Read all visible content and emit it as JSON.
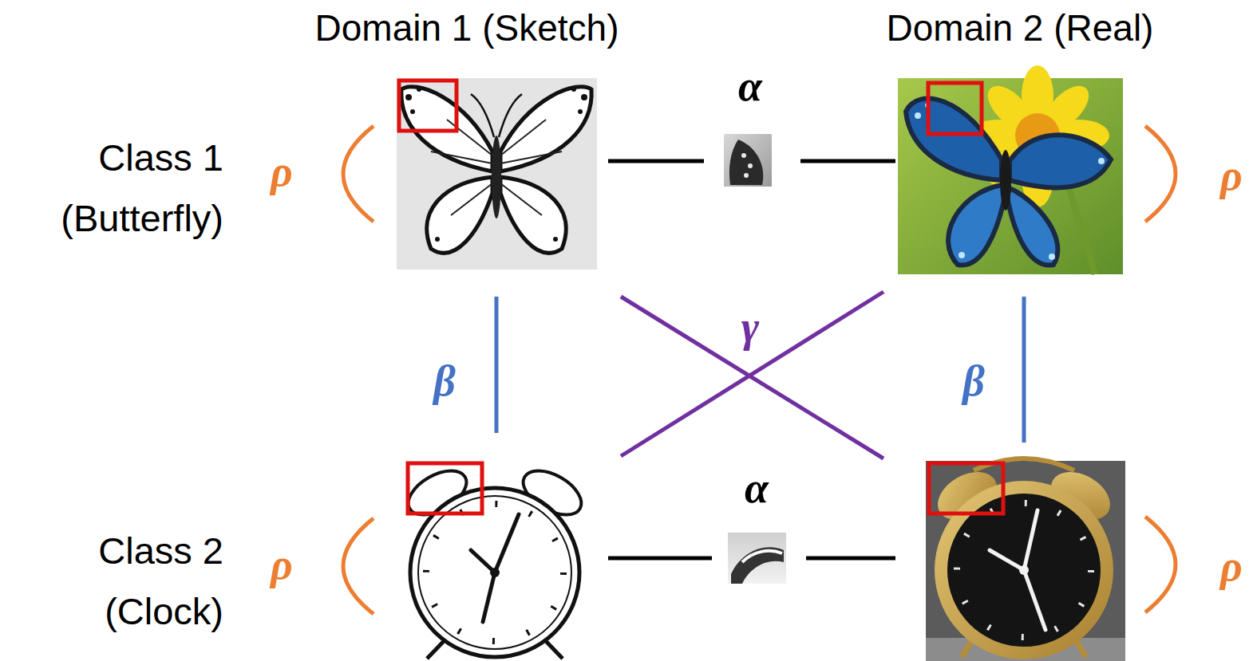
{
  "diagram": {
    "labels": [
      "Domain 1 (Sketch)",
      "Domain 2 (Real)",
      "α",
      "Class 1 (Butterfly)",
      "ρ",
      "ρ",
      "γ",
      "β",
      "β",
      "α",
      "Class 2 (Clock)",
      "ρ",
      "ρ"
    ]
  }
}
